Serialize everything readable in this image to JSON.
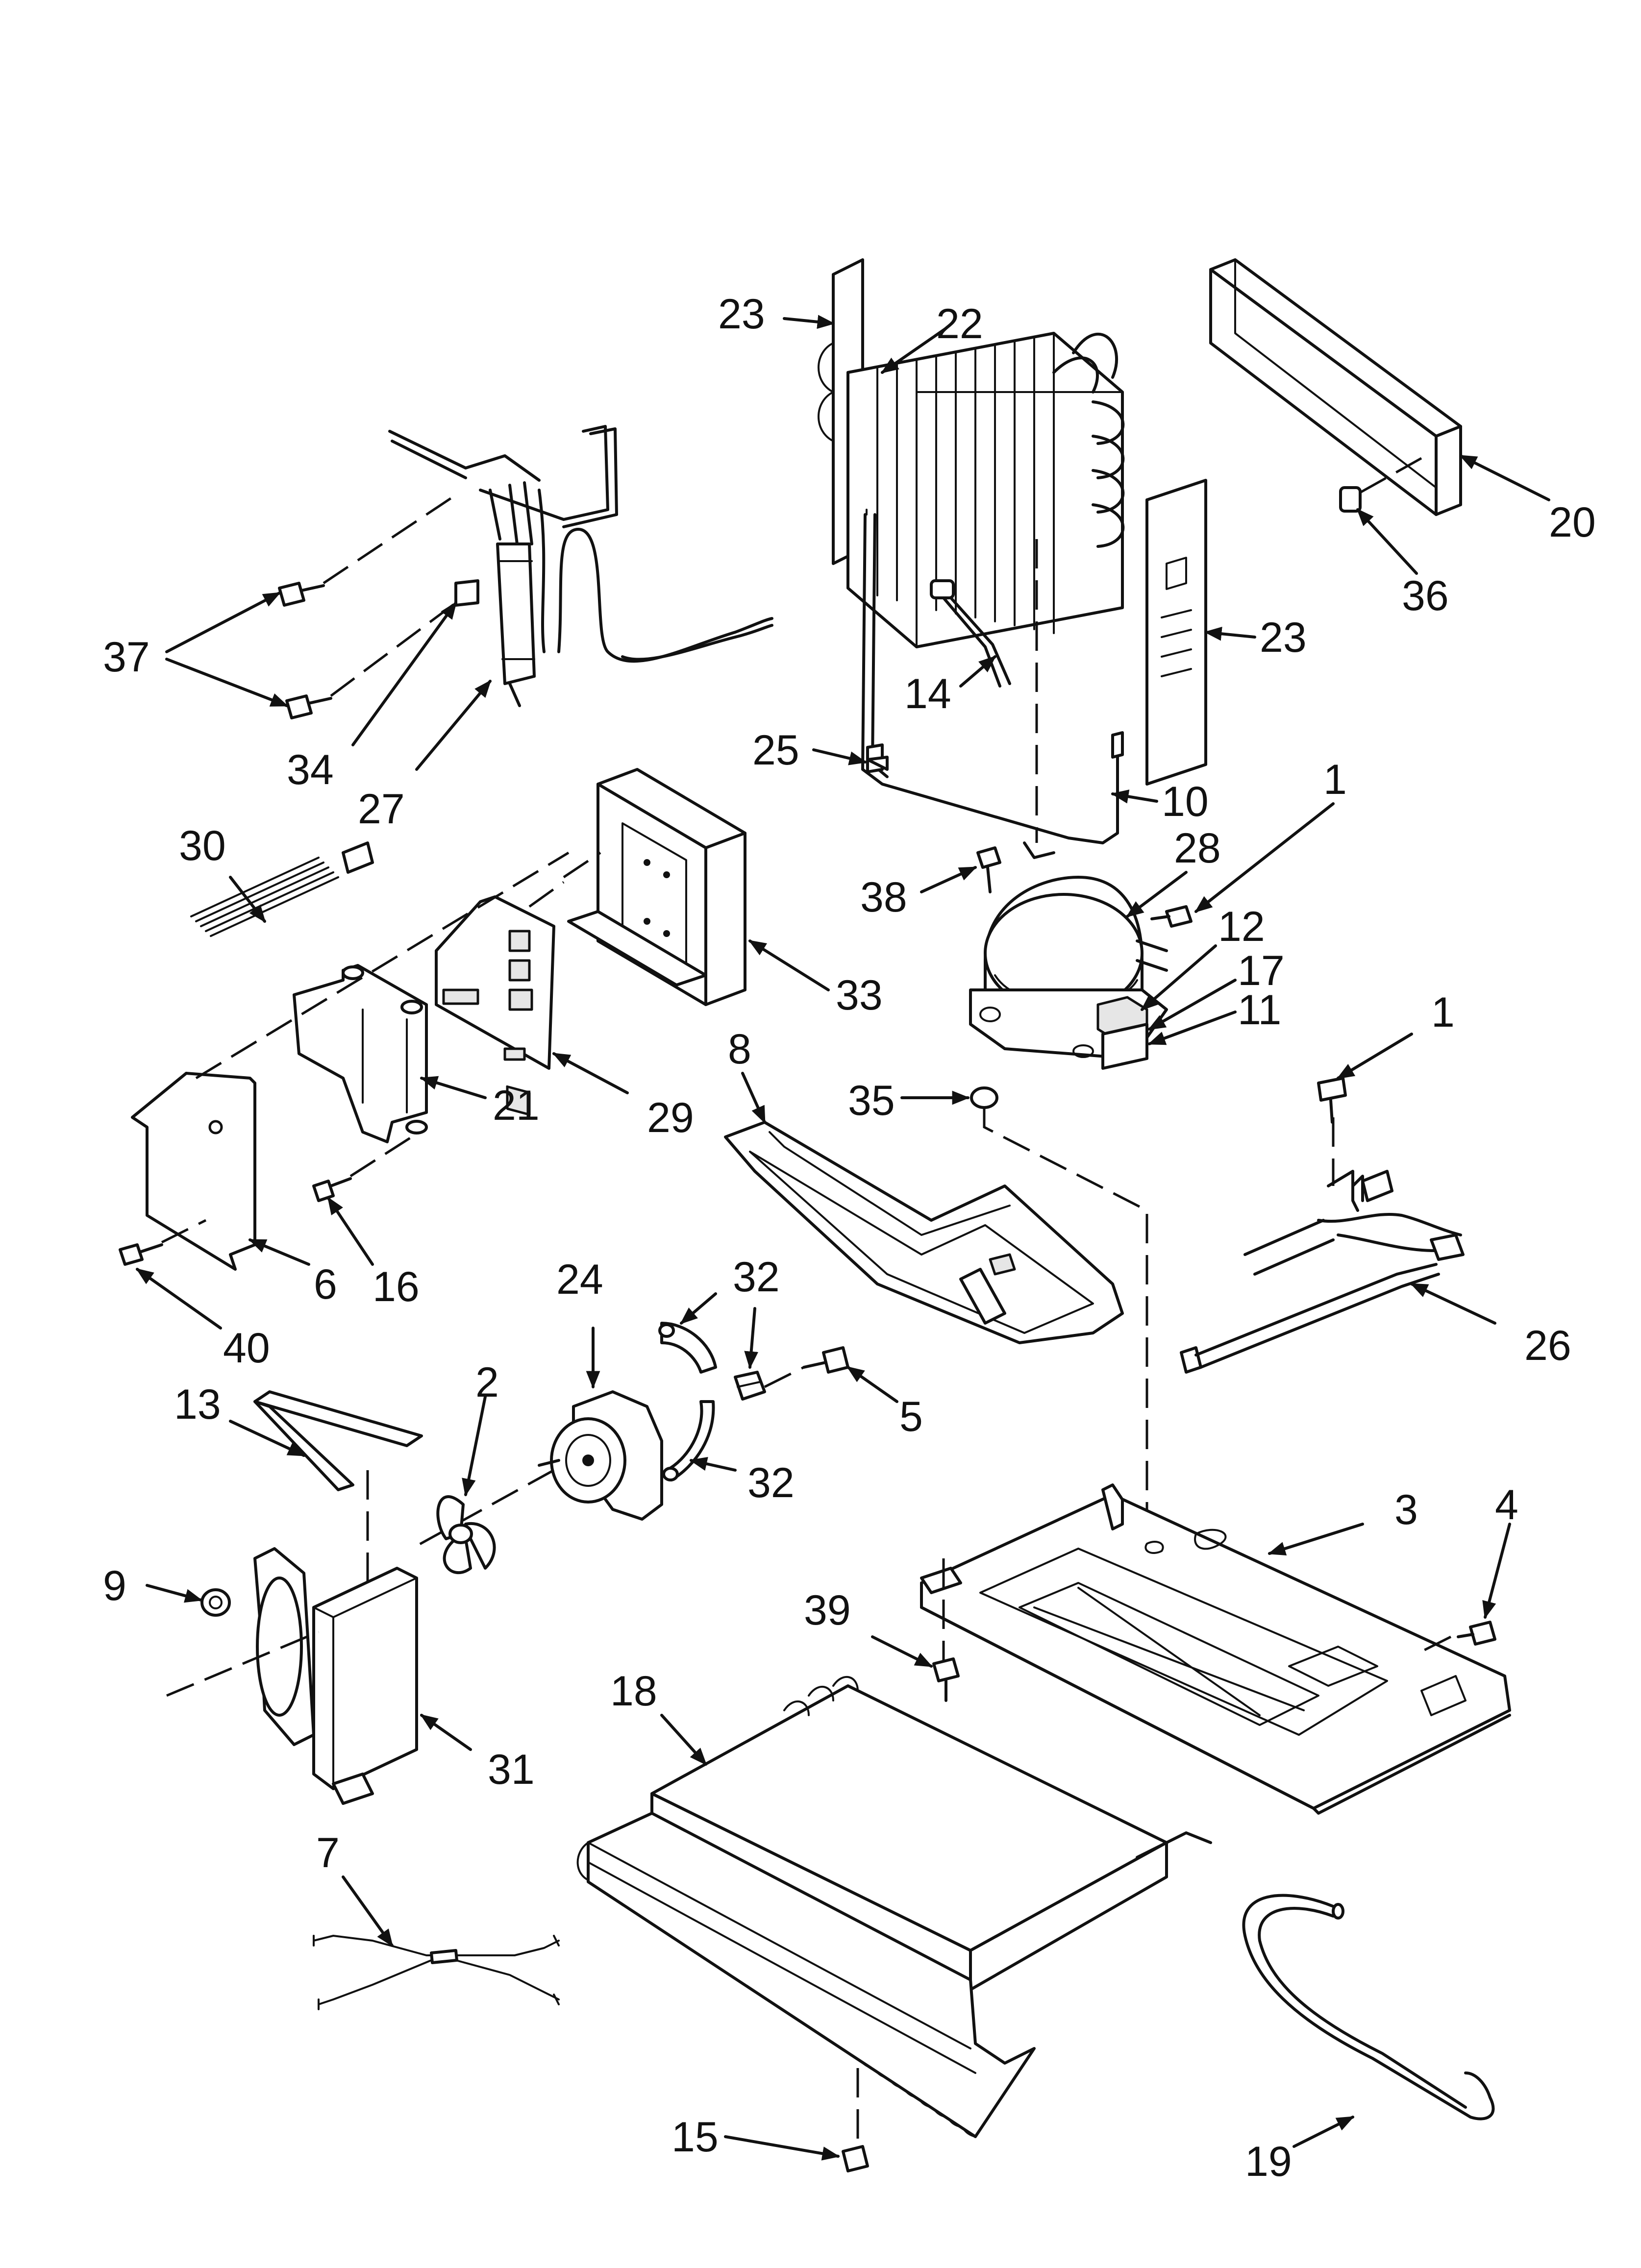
{
  "diagram": {
    "callouts": [
      {
        "id": "c23a",
        "label": "23"
      },
      {
        "id": "c22",
        "label": "22"
      },
      {
        "id": "c20",
        "label": "20"
      },
      {
        "id": "c36",
        "label": "36"
      },
      {
        "id": "c23b",
        "label": "23"
      },
      {
        "id": "c37",
        "label": "37"
      },
      {
        "id": "c34",
        "label": "34"
      },
      {
        "id": "c27",
        "label": "27"
      },
      {
        "id": "c14",
        "label": "14"
      },
      {
        "id": "c25",
        "label": "25"
      },
      {
        "id": "c10",
        "label": "10"
      },
      {
        "id": "c1a",
        "label": "1"
      },
      {
        "id": "c28",
        "label": "28"
      },
      {
        "id": "c38",
        "label": "38"
      },
      {
        "id": "c12",
        "label": "12"
      },
      {
        "id": "c17",
        "label": "17"
      },
      {
        "id": "c11",
        "label": "11"
      },
      {
        "id": "c30",
        "label": "30"
      },
      {
        "id": "c33",
        "label": "33"
      },
      {
        "id": "c8",
        "label": "8"
      },
      {
        "id": "c35",
        "label": "35"
      },
      {
        "id": "c1b",
        "label": "1"
      },
      {
        "id": "c29",
        "label": "29"
      },
      {
        "id": "c21",
        "label": "21"
      },
      {
        "id": "c6",
        "label": "6"
      },
      {
        "id": "c16",
        "label": "16"
      },
      {
        "id": "c40",
        "label": "40"
      },
      {
        "id": "c24",
        "label": "24"
      },
      {
        "id": "c32a",
        "label": "32"
      },
      {
        "id": "c26",
        "label": "26"
      },
      {
        "id": "c5",
        "label": "5"
      },
      {
        "id": "c32b",
        "label": "32"
      },
      {
        "id": "c13",
        "label": "13"
      },
      {
        "id": "c2",
        "label": "2"
      },
      {
        "id": "c3",
        "label": "3"
      },
      {
        "id": "c4",
        "label": "4"
      },
      {
        "id": "c9",
        "label": "9"
      },
      {
        "id": "c39",
        "label": "39"
      },
      {
        "id": "c31",
        "label": "31"
      },
      {
        "id": "c18",
        "label": "18"
      },
      {
        "id": "c7",
        "label": "7"
      },
      {
        "id": "c15",
        "label": "15"
      },
      {
        "id": "c19",
        "label": "19"
      }
    ],
    "parts": [
      "evaporator-part",
      "evaporator-bracket-left-part",
      "evaporator-bracket-right-part",
      "cover-channel-part",
      "clip-nut-part",
      "drier-tubing-part",
      "thermostat-part",
      "defrost-heater-part",
      "compressor-part",
      "control-box-part",
      "control-board-part",
      "bracket-part",
      "cover-plate-part",
      "wire-harness-part",
      "drain-pan-part",
      "fan-motor-part",
      "fan-blade-part",
      "fan-shroud-part",
      "seal-strip-part",
      "clamp-part",
      "machine-compartment-base-part",
      "condenser-part",
      "drain-tube-part",
      "power-cord-part",
      "grommet-part",
      "screw-part",
      "clip-part",
      "harness-part"
    ]
  }
}
